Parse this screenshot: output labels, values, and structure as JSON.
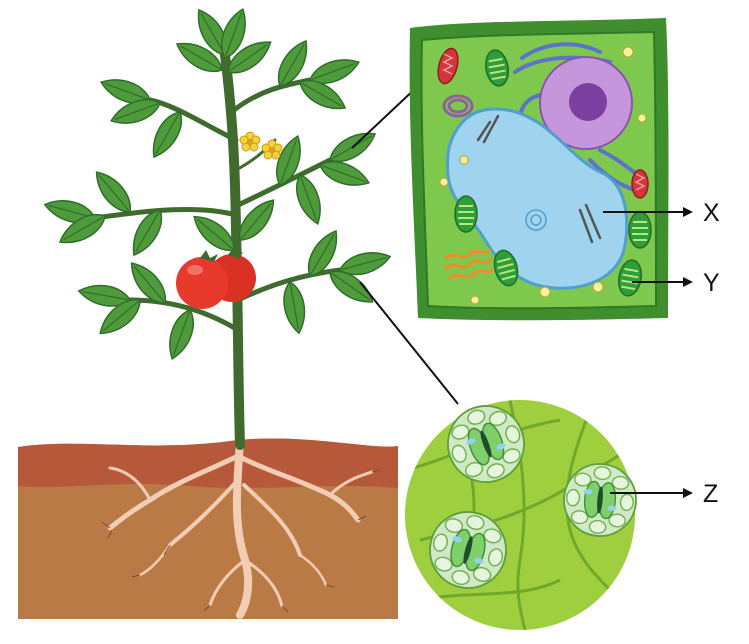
{
  "labels": {
    "x": "X",
    "y": "Y",
    "z": "Z"
  },
  "colors": {
    "soil_top": "#b5593a",
    "soil_bottom": "#b97a46",
    "stem": "#3f6b2e",
    "leaf": "#4f9a3a",
    "leaf_dark": "#2f6e2a",
    "tomato": "#e83a2c",
    "flower": "#f4d23a",
    "root": "#f2cdb4",
    "cell_wall": "#3f8f2f",
    "cytoplasm": "#7fc84e",
    "vacuole": "#9fd3ee",
    "nucleus": "#a873c9",
    "chloroplast": "#2e9e3a",
    "mitochondrion": "#d4343a",
    "tissue_bg": "#9fcf3e",
    "guard_cell": "#d8efd0",
    "label_line": "#111111"
  },
  "icons": [
    "tomato-plant",
    "plant-cell",
    "leaf-epidermis-stomata"
  ]
}
